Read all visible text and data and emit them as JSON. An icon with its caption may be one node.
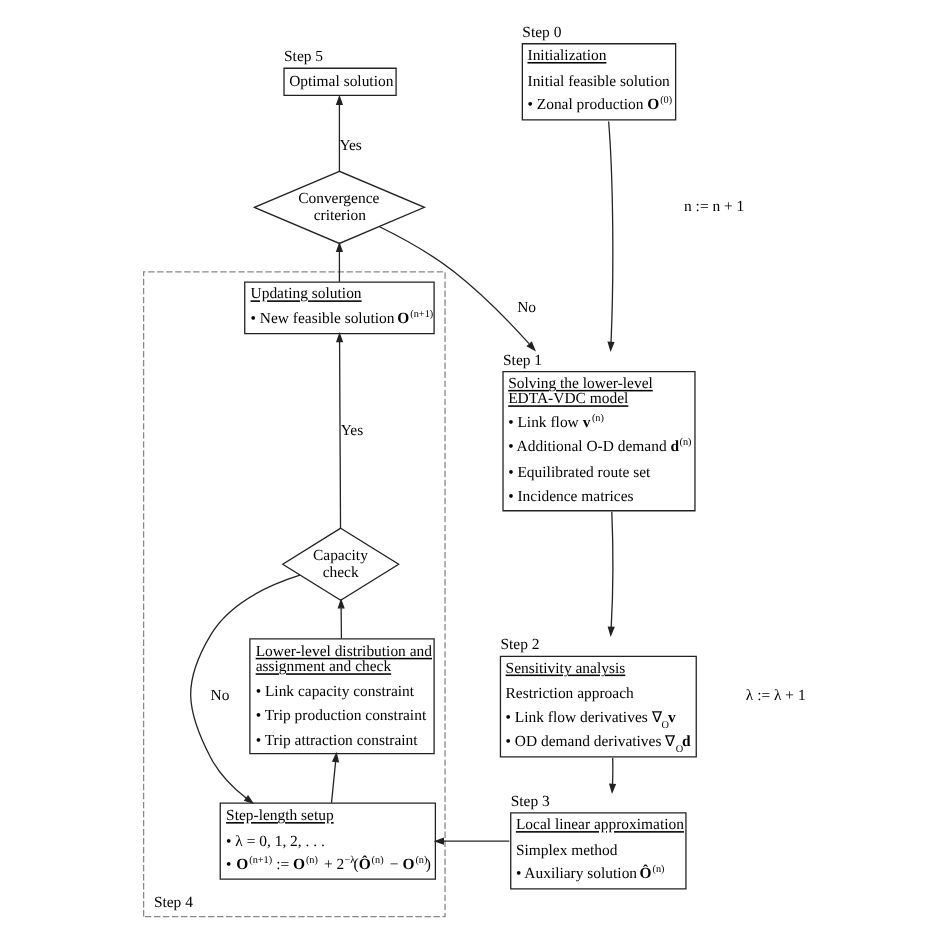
{
  "diagram": {
    "nodes": [
      {
        "text": [
          "Step 0",
          "Initialization",
          "Initial feasible solution",
          "• Zonal production **O**$^{(0)}$"
        ]
      },
      {
        "text": [
          "Step 5",
          "Optimal solution"
        ]
      },
      {
        "text": [
          "Convergence criterion"
        ]
      },
      {
        "text": [
          "Step 1",
          "Solving the lower-level EDTA-VDC model",
          "• Link flow **v**$^{(n)}$",
          "• Additional O-D demand **d**$^{(n)}$",
          "• Equilibrated route set",
          "• Incidence matrices"
        ]
      },
      {
        "text": [
          "Step 4"
        ]
      },
      {
        "text": [
          "Updating solution",
          "• New feasible solution **O**$^{(n+1)}$"
        ],
        "in": 4
      },
      {
        "text": [
          "Capacity check"
        ],
        "in": 4
      },
      {
        "text": [
          "Lower-level distribution and assignment and check",
          "• Link capacity constraint",
          "• Trip production constraint",
          "• Trip attraction constraint"
        ],
        "in": 4
      },
      {
        "text": [
          "Step 2",
          "Sensitivity analysis",
          "Restriction approach",
          "• Link flow derivatives ∇$_{O}$**v**",
          "• OD demand derivatives ∇$_{O}$**d**"
        ]
      },
      {
        "text": [
          "Step 3",
          "Local linear approximation",
          "Simplex method",
          "• Auxiliary solution **Ô**$^{(n)}$"
        ]
      },
      {
        "text": [
          "Step-length setup",
          "• λ = 0, 1, 2, . . .",
          "• **O**$^{(n+1)}$ := **O**$^{(n)}$ + 2$^{−λ}$(**Ô**$^{(n)}$ − **O**$^{(n)}$)"
        ],
        "in": 4
      }
    ],
    "edges": [
      {
        "from": 0,
        "to": 3,
        "arrow": "to"
      },
      {
        "from": 2,
        "to": 3,
        "arrow": "to",
        "label": "No"
      },
      {
        "from": 2,
        "to": 1,
        "arrow": "to",
        "label": "Yes"
      },
      {
        "from": 5,
        "to": 2,
        "arrow": "to"
      },
      {
        "from": 6,
        "to": 5,
        "arrow": "to",
        "label": "Yes"
      },
      {
        "from": 7,
        "to": 6,
        "arrow": "to"
      },
      {
        "from": 10,
        "to": 7,
        "arrow": "to"
      },
      {
        "from": 6,
        "to": 10,
        "arrow": "to",
        "label": "No"
      },
      {
        "from": 3,
        "to": 8,
        "arrow": "to"
      },
      {
        "from": 8,
        "to": 9,
        "arrow": "to"
      },
      {
        "from": 9,
        "to": 10,
        "arrow": "to"
      }
    ],
    "labels": [
      "n := n + 1",
      "λ := λ + 1"
    ]
  }
}
